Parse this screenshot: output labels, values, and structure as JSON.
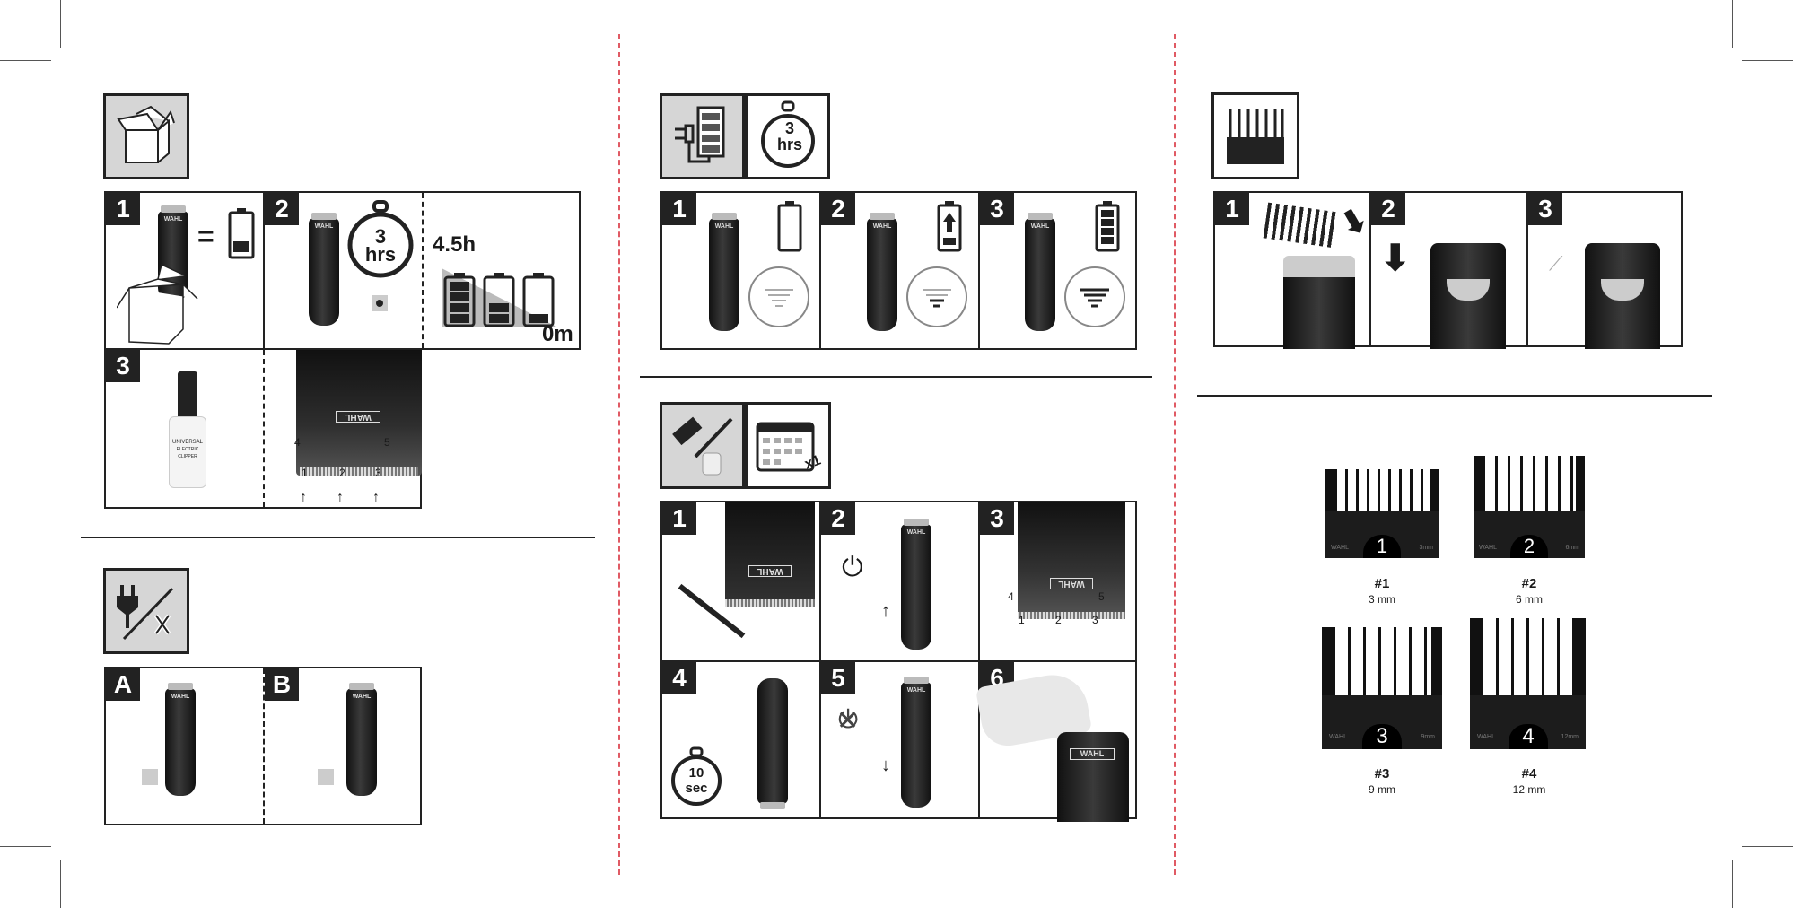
{
  "colors": {
    "ink": "#222222",
    "cut_line": "#e05a64",
    "icon_bg": "#d6d6d6"
  },
  "brand": "WAHL",
  "section_unbox": {
    "icon": "open-box-icon",
    "steps": [
      {
        "label": "1",
        "equals": "="
      },
      {
        "label": "2",
        "timer_value": "3",
        "timer_unit": "hrs",
        "runtime": "4.5h",
        "runtime_end": "0m"
      },
      {
        "label": "3",
        "oil_label_1": "UNIVERSAL",
        "oil_label_2": "ELECTRIC CLIPPER",
        "oil_points": [
          "1",
          "2",
          "3",
          "4",
          "5"
        ]
      }
    ]
  },
  "section_cordless": {
    "icon": "plug-cordless-icon",
    "steps": [
      {
        "label": "A"
      },
      {
        "label": "B"
      }
    ]
  },
  "section_charging": {
    "icons": [
      "charging-battery-icon",
      "stopwatch-icon"
    ],
    "timer_value": "3",
    "timer_unit": "hrs",
    "steps": [
      {
        "label": "1"
      },
      {
        "label": "2"
      },
      {
        "label": "3"
      }
    ]
  },
  "section_maintenance": {
    "icons": [
      "cleaning-tools-icon",
      "calendar-icon"
    ],
    "calendar_badge": "x1",
    "steps": [
      {
        "label": "1"
      },
      {
        "label": "2"
      },
      {
        "label": "3",
        "oil_points": [
          "1",
          "2",
          "3",
          "4",
          "5"
        ]
      },
      {
        "label": "4",
        "timer_value": "10",
        "timer_unit": "sec"
      },
      {
        "label": "5"
      },
      {
        "label": "6"
      }
    ]
  },
  "section_guards": {
    "icon": "guard-comb-icon",
    "steps": [
      {
        "label": "1"
      },
      {
        "label": "2"
      },
      {
        "label": "3"
      }
    ],
    "guards": [
      {
        "number": "1",
        "name": "#1",
        "length": "3 mm",
        "marking": "3mm"
      },
      {
        "number": "2",
        "name": "#2",
        "length": "6 mm",
        "marking": "6mm"
      },
      {
        "number": "3",
        "name": "#3",
        "length": "9 mm",
        "marking": "9mm"
      },
      {
        "number": "4",
        "name": "#4",
        "length": "12 mm",
        "marking": "12mm"
      }
    ]
  }
}
